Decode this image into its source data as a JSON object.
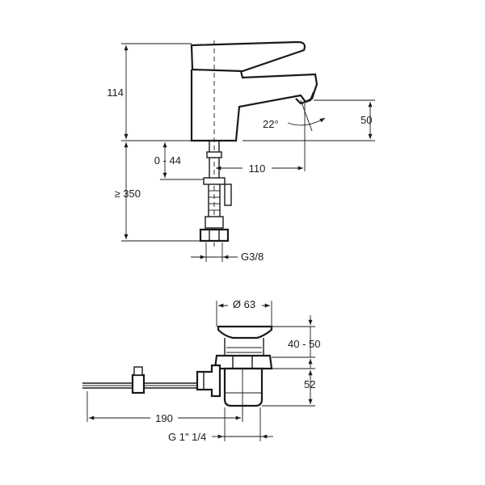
{
  "dimensions": {
    "faucet_height": "114",
    "adjust_range": "0 - 44",
    "min_length": "≥ 350",
    "spout_reach": "110",
    "spout_angle": "22°",
    "spout_drop": "50",
    "connection": "G3/8",
    "waste_diameter": "Ø 63",
    "plug_height": "40 - 50",
    "body_height": "52",
    "rod_length": "190",
    "waste_thread": "G 1\" 1/4"
  },
  "colors": {
    "line": "#1a1a1a",
    "background": "#ffffff"
  }
}
